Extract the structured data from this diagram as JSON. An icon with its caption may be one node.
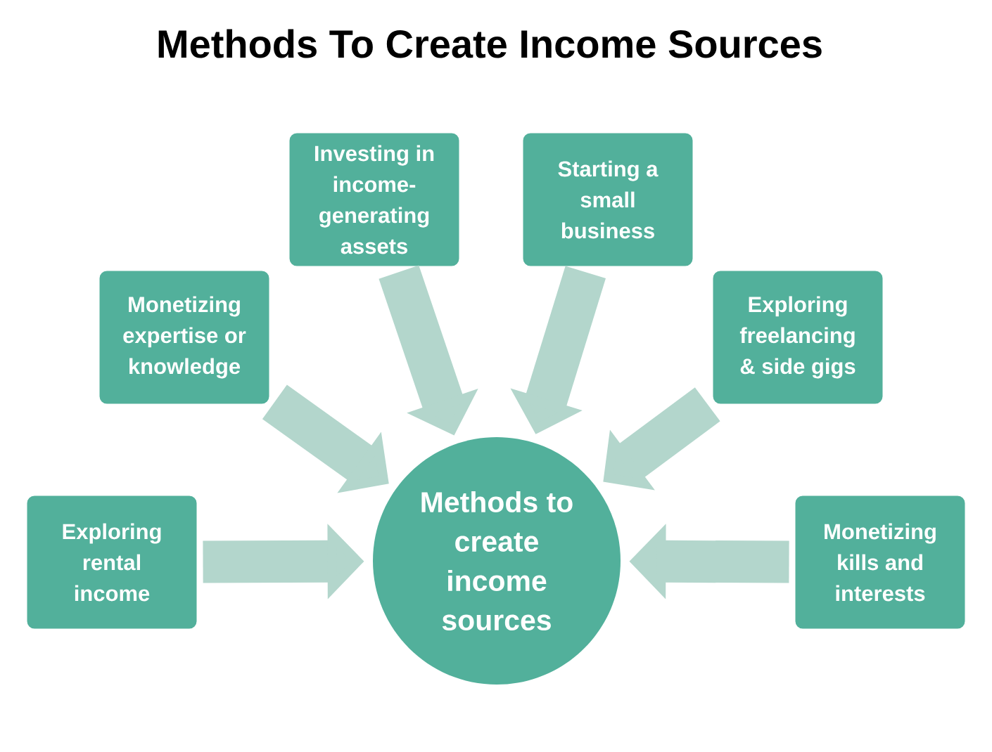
{
  "diagram": {
    "title": "Methods To Create Income Sources",
    "nodes": [
      {
        "text": [
          "Investing in income-generating assets"
        ]
      },
      {
        "text": [
          "Starting a small business"
        ]
      },
      {
        "text": [
          "Monetizing expertise or knowledge"
        ]
      },
      {
        "text": [
          "Exploring freelancing & side gigs"
        ]
      },
      {
        "text": [
          "Exploring rental income"
        ]
      },
      {
        "text": [
          "Methods to create income sources"
        ]
      },
      {
        "text": [
          "Monetizing kills and interests"
        ]
      }
    ],
    "edges": [
      {
        "from": 0,
        "to": 5,
        "arrow": "to"
      },
      {
        "from": 1,
        "to": 5,
        "arrow": "to"
      },
      {
        "from": 2,
        "to": 5,
        "arrow": "to"
      },
      {
        "from": 3,
        "to": 5,
        "arrow": "to"
      },
      {
        "from": 4,
        "to": 5,
        "arrow": "to"
      },
      {
        "from": 6,
        "to": 5,
        "arrow": "to"
      }
    ]
  }
}
